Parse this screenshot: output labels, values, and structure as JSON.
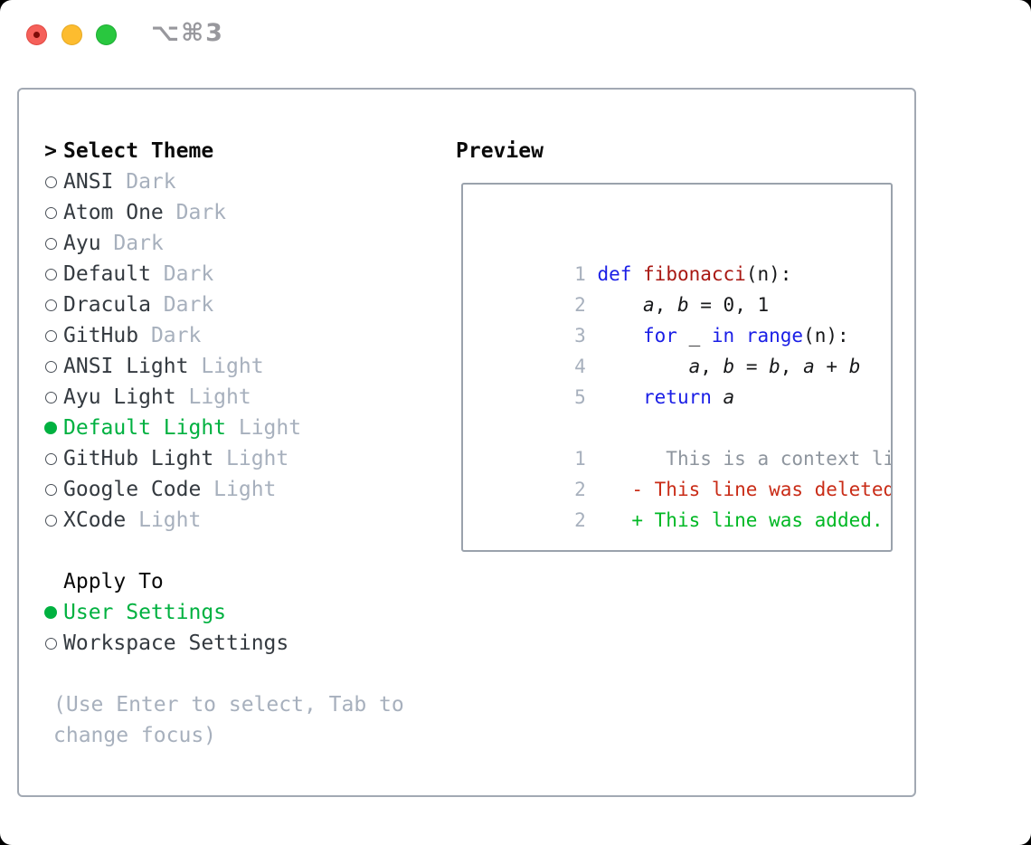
{
  "window": {
    "shortcut_label": "⌥⌘3"
  },
  "colors": {
    "accent_green": "#00b140",
    "keyword_blue": "#1a1ee6",
    "function_red": "#a81712",
    "deleted_red": "#c92c17",
    "added_green": "#00b824",
    "muted_gray": "#a7b0bd",
    "context_gray": "#8e959e",
    "panel_border": "#a2a9b3"
  },
  "theme_menu": {
    "cursor": ">",
    "header": "Select Theme",
    "items": [
      {
        "name": "ANSI",
        "variant": "Dark",
        "selected": false
      },
      {
        "name": "Atom One",
        "variant": "Dark",
        "selected": false
      },
      {
        "name": "Ayu",
        "variant": "Dark",
        "selected": false
      },
      {
        "name": "Default",
        "variant": "Dark",
        "selected": false
      },
      {
        "name": "Dracula",
        "variant": "Dark",
        "selected": false
      },
      {
        "name": "GitHub",
        "variant": "Dark",
        "selected": false
      },
      {
        "name": "ANSI Light",
        "variant": "Light",
        "selected": false
      },
      {
        "name": "Ayu Light",
        "variant": "Light",
        "selected": false
      },
      {
        "name": "Default Light",
        "variant": "Light",
        "selected": true
      },
      {
        "name": "GitHub Light",
        "variant": "Light",
        "selected": false
      },
      {
        "name": "Google Code",
        "variant": "Light",
        "selected": false
      },
      {
        "name": "XCode",
        "variant": "Light",
        "selected": false
      }
    ]
  },
  "apply_to": {
    "header": "Apply To",
    "options": [
      {
        "label": "User Settings",
        "selected": true
      },
      {
        "label": "Workspace Settings",
        "selected": false
      }
    ]
  },
  "hint": {
    "line1": "(Use Enter to select, Tab to",
    "line2": "change focus)"
  },
  "preview": {
    "header": "Preview",
    "code_lines": {
      "l1": {
        "num": "1",
        "t1": "def",
        "t2": " ",
        "t3": "fibonacci",
        "t4": "(n):"
      },
      "l2": {
        "num": "2",
        "t1": "    ",
        "t2": "a",
        "t3": ", ",
        "t4": "b",
        "t5": " = 0, 1"
      },
      "l3": {
        "num": "3",
        "t1": "    ",
        "t2": "for",
        "t3": " _ ",
        "t4": "in",
        "t5": " ",
        "t6": "range",
        "t7": "(n):"
      },
      "l4": {
        "num": "4",
        "t1": "        ",
        "t2": "a",
        "t3": ", ",
        "t4": "b",
        "t5": " = ",
        "t6": "b",
        "t7": ", ",
        "t8": "a",
        "t9": " + ",
        "t10": "b"
      },
      "l5": {
        "num": "5",
        "t1": "    ",
        "t2": "return",
        "t3": " ",
        "t4": "a"
      }
    },
    "diff_lines": {
      "context": {
        "num": "1",
        "text": "      This is a context line."
      },
      "deleted": {
        "num": "2",
        "text": "   - This line was deleted."
      },
      "added": {
        "num": "2",
        "text": "   + This line was added."
      }
    }
  }
}
